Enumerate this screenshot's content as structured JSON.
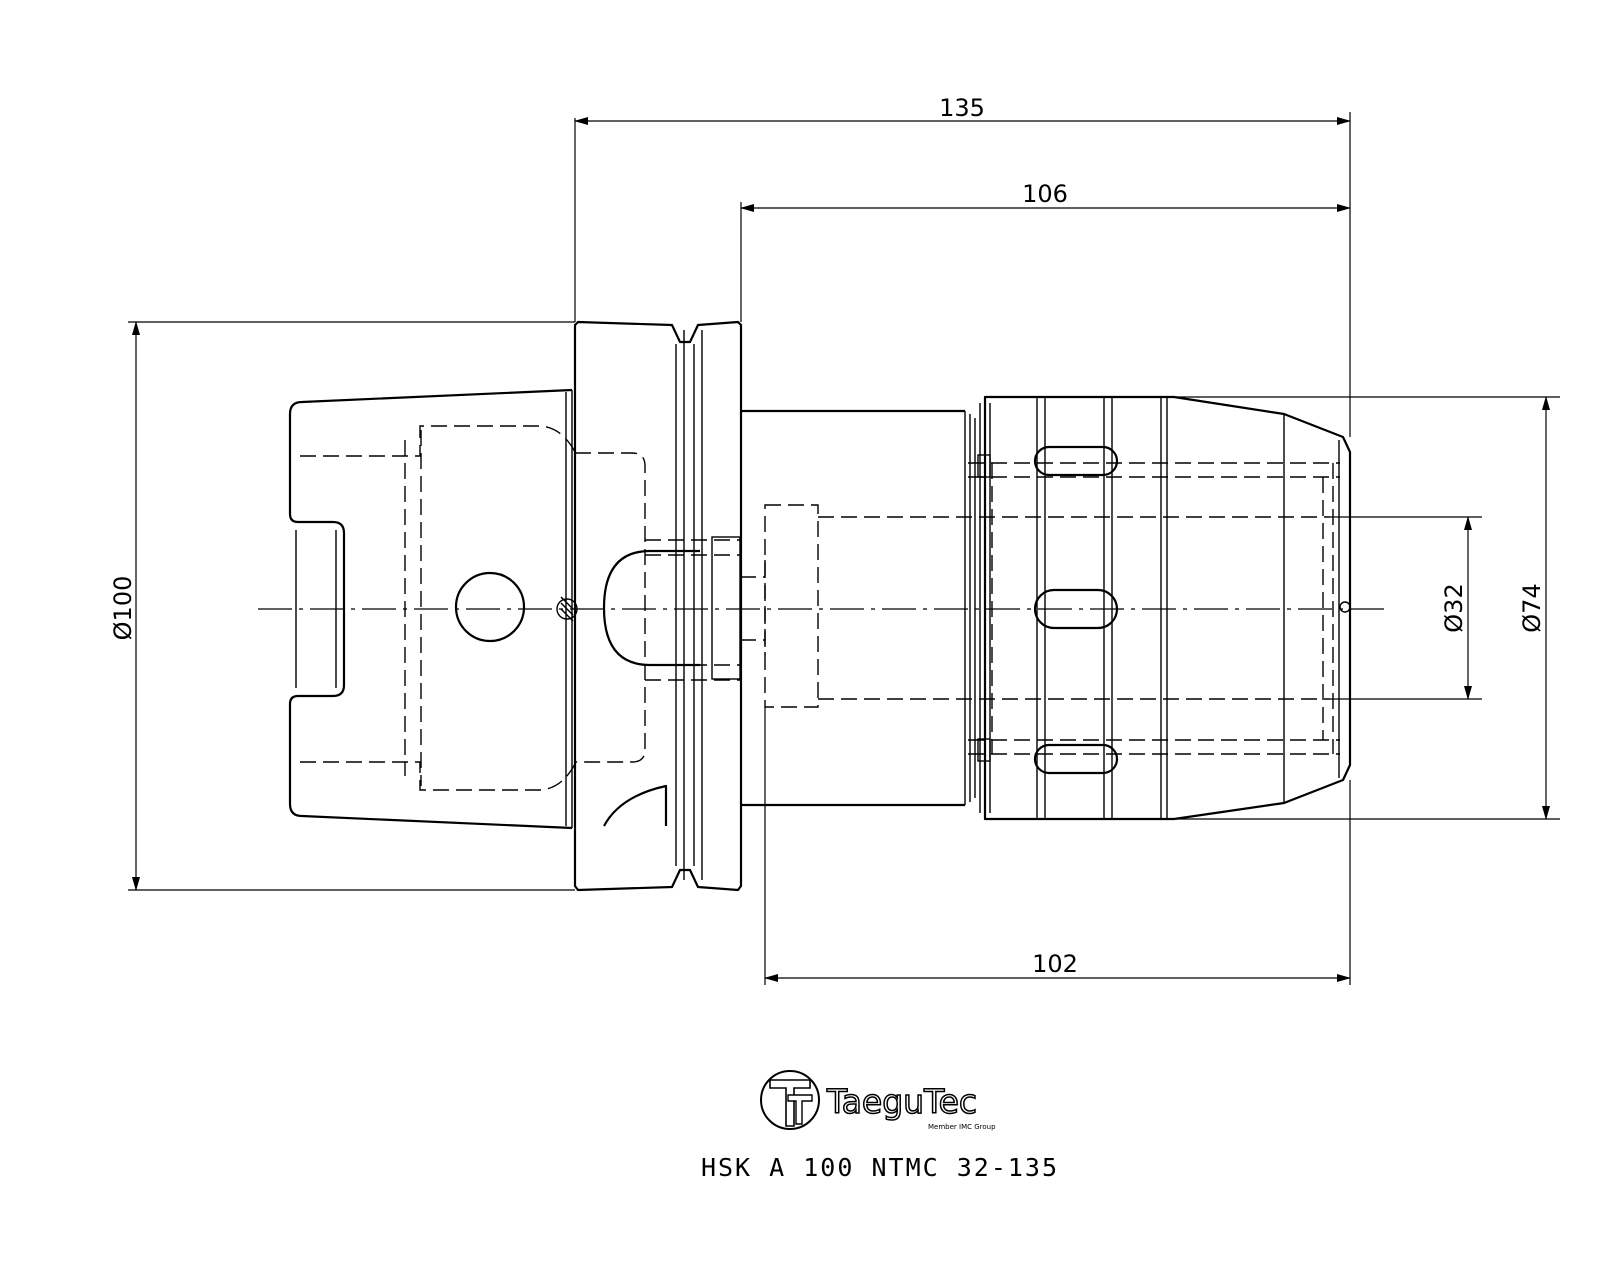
{
  "dimensions": {
    "overall_length": "135",
    "body_length": "106",
    "nut_length": "102",
    "flange_diameter": "Ø100",
    "nut_diameter": "Ø74",
    "bore_diameter": "Ø32"
  },
  "logo": {
    "brand": "TaeguTec",
    "tagline": "Member IMC Group"
  },
  "part_number": "HSK A 100 NTMC 32-135"
}
